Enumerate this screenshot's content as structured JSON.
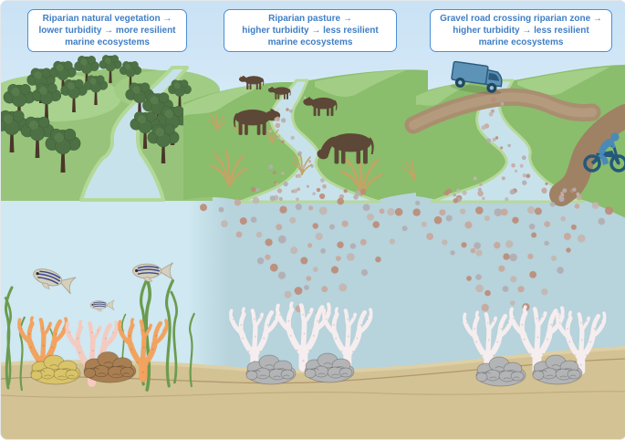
{
  "figure": {
    "type": "scientific illustration",
    "topic": "Riparian land use, turbidity and marine ecosystem resilience"
  },
  "captions": {
    "panel1": {
      "lines": [
        "Riparian natural vegetation →",
        "lower turbidity → more resilient",
        "marine ecosystems"
      ]
    },
    "panel2": {
      "lines": [
        "Riparian pasture →",
        "higher turbidity → less resilient",
        "marine ecosystems"
      ]
    },
    "panel3": {
      "lines": [
        "Gravel road crossing riparian zone →",
        "higher turbidity → less resilient",
        "marine ecosystems"
      ]
    }
  },
  "panels": [
    {
      "id": "riparian-natural-vegetation",
      "scene_elements": [
        "forest trees along river",
        "clear stream",
        "clear water",
        "healthy orange, pink, yellow and brown corals",
        "zebrafish",
        "seagrass"
      ]
    },
    {
      "id": "riparian-pasture",
      "scene_elements": [
        "grazing cows",
        "grass tufts",
        "stream carrying sediment",
        "sediment plume in sea",
        "bleached white corals",
        "grey brain corals"
      ]
    },
    {
      "id": "gravel-road-crossing",
      "scene_elements": [
        "blue van crossing gravel road over stream",
        "motorbike on dirt track",
        "stream carrying sediment",
        "sediment plume in sea",
        "bleached white corals",
        "grey brain corals"
      ]
    }
  ],
  "colors": {
    "sky_top": "#c9e2f4",
    "sky_bottom": "#e7f3fb",
    "caption_border": "#4c8ed6",
    "caption_text": "#3f7ec4",
    "caption_bg": "#ffffff",
    "land_green": "#8abd6c",
    "land_green_light": "#a6d08a",
    "forest_land": "#97c47a",
    "tree_canopy": "#4d7144",
    "tree_trunk": "#4a3629",
    "river": "#c8e2ec",
    "riverbank": "#b3d898",
    "water_clear": "#cfe8f1",
    "water_turbid": "#b7d3dc",
    "sand": "#d3c294",
    "sand_contour": "#a18a62",
    "cow": "#5d4737",
    "grass_tuft": "#c2a566",
    "truck_body": "#5e93b8",
    "truck_dark": "#2a5a7c",
    "gravel_road": "#a98e70",
    "dirt_path": "#9f8164",
    "motorbike": "#24597c",
    "rider": "#4a8ab8",
    "coral_orange": "#f2a360",
    "coral_pink": "#f5cabf",
    "coral_yellow": "#d9c468",
    "coral_brown": "#a97f52",
    "coral_bleached": "#f6edee",
    "coral_grey": "#b3b4b6",
    "seagrass": "#6b9b4e",
    "fish_body": "#d6cfbd",
    "fish_stripe": "#3b4a8c",
    "sediment": [
      "#bd8b77",
      "#b2adb1",
      "#c8a79a",
      "#c3b5af"
    ]
  }
}
